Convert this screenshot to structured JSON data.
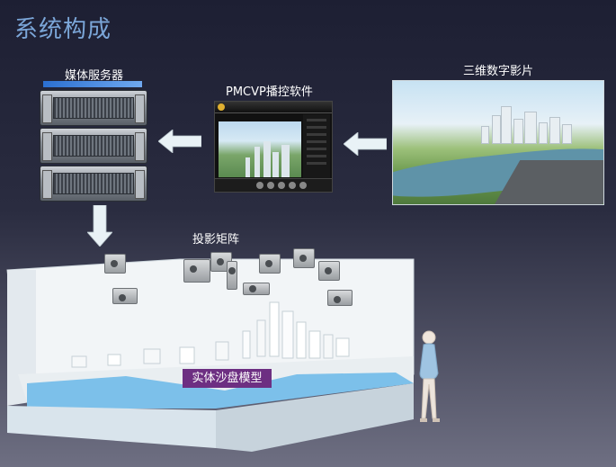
{
  "page": {
    "title": "系统构成"
  },
  "diagram": {
    "media_server_label": "媒体服务器",
    "player_label": "PMCVP播控软件",
    "digital_film_label": "三维数字影片",
    "projector_matrix_label": "投影矩阵",
    "sandbox_label": "实体沙盘模型"
  },
  "colors": {
    "title": "#7ba6d8",
    "arrow_fill": "#e9f2f6",
    "tag_background": "#6d2f82",
    "water": "#7cc0ea"
  },
  "icons": {
    "media_server": "server-rack-icon",
    "player": "player-window-icon",
    "projector": "projector-icon",
    "person": "person-icon"
  }
}
